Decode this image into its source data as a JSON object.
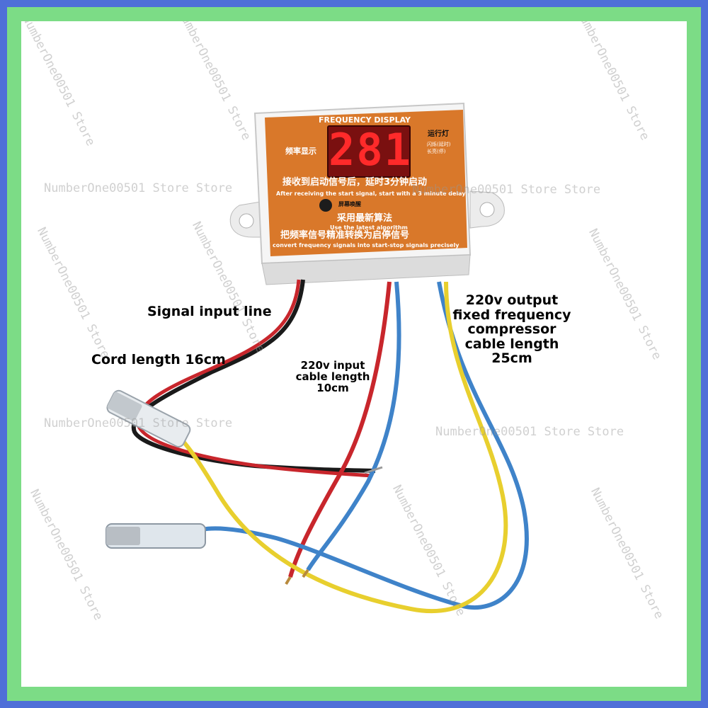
{
  "device": {
    "panel_title": "FREQUENCY DISPLAY",
    "display_value": "281",
    "left_label_cn": "频率显示",
    "right_label_cn": "运行灯",
    "right_sub1_cn": "闪烁(延时)",
    "right_sub2_cn": "长亮(停)",
    "line1_cn": "接收到启动信号后，延时3分钟启动",
    "line1_en": "After receiving the start signal, start with a 3 minute delay",
    "button_label_cn": "屏幕唤醒",
    "line2_cn": "采用最新算法",
    "line2_en": "Use the latest algorithm",
    "line3_cn": "把频率信号精准转换为启停信号",
    "line3_en": "convert frequency signals into start-stop signals precisely",
    "colors": {
      "panel": "#d9782a",
      "led": "#ff2a2a",
      "housing": "#f3f3f3"
    }
  },
  "labels": {
    "signal_input": "Signal input line",
    "cord_length": "Cord length 16cm",
    "input_220": [
      "220v input",
      "cable length",
      "10cm"
    ],
    "output_220": [
      "220v output",
      "fixed frequency",
      "compressor",
      "cable length",
      "25cm"
    ]
  },
  "watermark": "NumberOne00501 Store Store",
  "watermark_short": "NumberOne00501 Store",
  "wires": {
    "red": "#c8262c",
    "black": "#1a1a1a",
    "blue": "#3f83c9",
    "yellow": "#e8cf2e"
  }
}
